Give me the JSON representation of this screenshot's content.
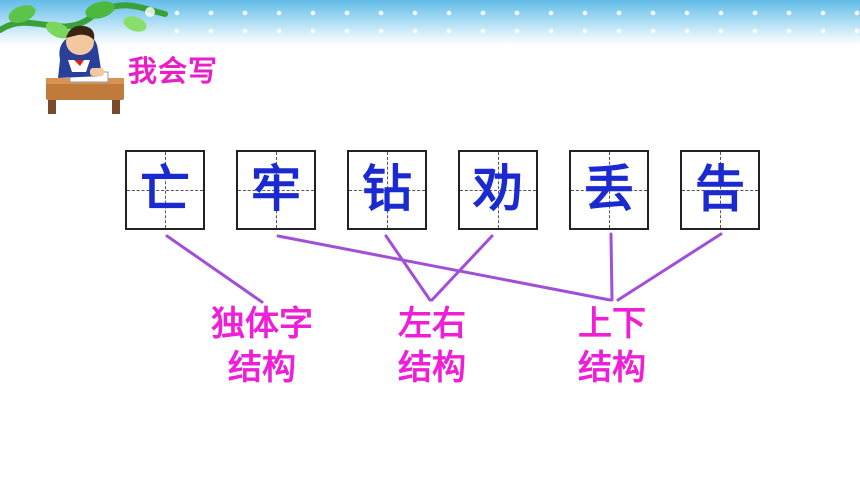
{
  "heading": "我会写",
  "characters": [
    "亡",
    "牢",
    "钻",
    "劝",
    "丢",
    "告"
  ],
  "categories": [
    {
      "line1": "独体字",
      "line2": "结构"
    },
    {
      "line1": "左右",
      "line2": "结构"
    },
    {
      "line1": "上下",
      "line2": "结构"
    }
  ],
  "colors": {
    "heading": "#e81ec8",
    "character": "#1a2ad0",
    "category": "#ee1fd6",
    "link": "#a24fd8"
  },
  "icons": [
    "vine-decoration",
    "student-writing-illustration"
  ]
}
